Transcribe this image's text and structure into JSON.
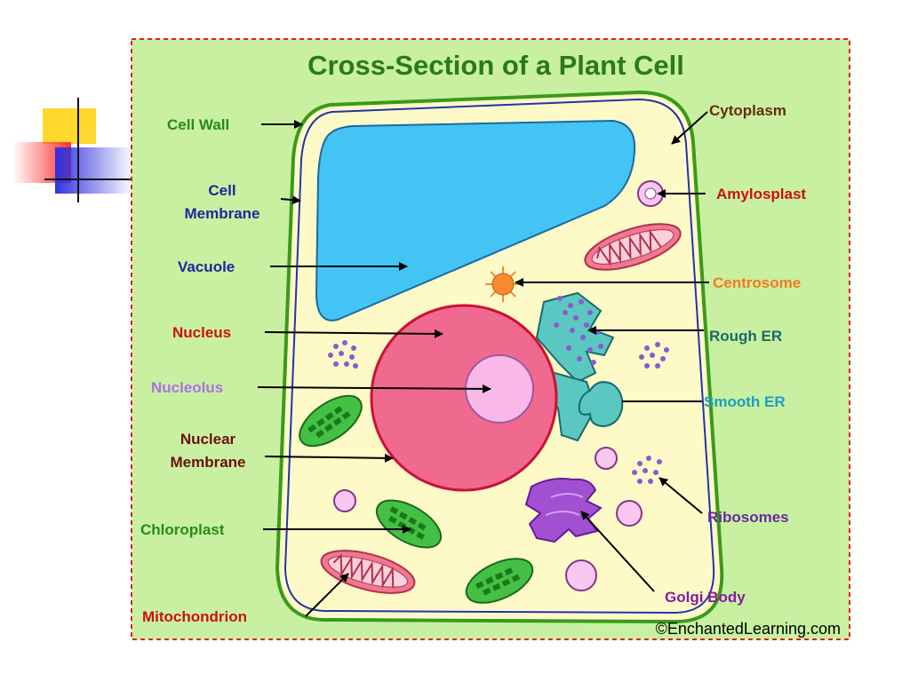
{
  "title": "Cross-Section of a Plant Cell",
  "credit": "©EnchantedLearning.com",
  "colors": {
    "panel_background": "#c8f0a0",
    "panel_border": "#dd2222",
    "cell_wall": "#3a9a1a",
    "cytoplasm": "#fdfac8",
    "cell_membrane": "#2233aa",
    "vacuole": "#44c4f4",
    "nucleus": "#f06a90",
    "nucleolus": "#f8b8e8",
    "chloroplast": "#44c044",
    "mitochondrion": "#f07890",
    "golgi": "#a050d0",
    "endoplasmic_reticulum": "#5ac8c0",
    "centrosome": "#f88a30"
  },
  "labels": {
    "cell_wall": "Cell Wall",
    "cell_membrane_1": "Cell",
    "cell_membrane_2": "Membrane",
    "vacuole": "Vacuole",
    "nucleus": "Nucleus",
    "nucleolus": "Nucleolus",
    "nuclear_membrane_1": "Nuclear",
    "nuclear_membrane_2": "Membrane",
    "chloroplast": "Chloroplast",
    "mitochondrion": "Mitochondrion",
    "cytoplasm": "Cytoplasm",
    "amylosplast": "Amylosplast",
    "centrosome": "Centrosome",
    "rough_er": "Rough ER",
    "smooth_er": "Smooth ER",
    "ribosomes": "Ribosomes",
    "golgi_body": "Golgi Body"
  },
  "label_colors": {
    "cell_wall": "#2a8a1a",
    "cell_membrane": "#1a2a9a",
    "vacuole": "#1a2a9a",
    "nucleus": "#cc1111",
    "nucleolus": "#b070e0",
    "nuclear_membrane": "#6a1010",
    "chloroplast": "#2a8a1a",
    "mitochondrion": "#cc1111",
    "cytoplasm": "#6a2a10",
    "amylosplast": "#cc1111",
    "centrosome": "#f07a20",
    "rough_er": "#1a6a6a",
    "smooth_er": "#1aa0c0",
    "ribosomes": "#6a2aa0",
    "golgi_body": "#8a1aa0"
  }
}
